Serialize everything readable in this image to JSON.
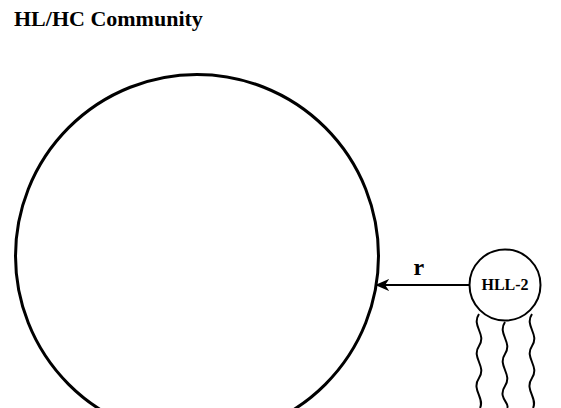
{
  "diagram": {
    "nodes": [
      {
        "text": [
          "HL/HC Community"
        ]
      },
      {
        "text": [
          "HLL-2"
        ]
      }
    ],
    "edges": [
      {
        "from": 1,
        "to": 0,
        "label": "r",
        "arrow": "to"
      }
    ]
  }
}
